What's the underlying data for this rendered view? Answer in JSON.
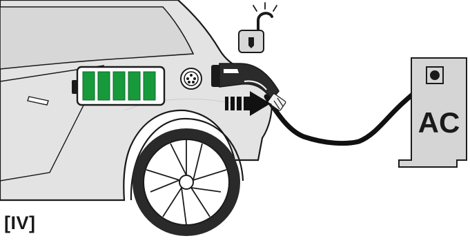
{
  "step_label": "[IV]",
  "charger_label": "AC",
  "battery_cells": 5,
  "icons": [
    "car-rear-icon",
    "battery-full-icon",
    "charging-port-icon",
    "charging-plug-icon",
    "unlocked-padlock-icon",
    "plug-in-arrow-icon",
    "ac-wallbox-icon",
    "charging-cable-icon",
    "wheel-icon"
  ],
  "colors": {
    "car_body": "#e3e3e3",
    "outline": "#1a1a1a",
    "battery_green": "#179a3c",
    "charger_body": "#d5d5d5",
    "cable": "#111111"
  }
}
